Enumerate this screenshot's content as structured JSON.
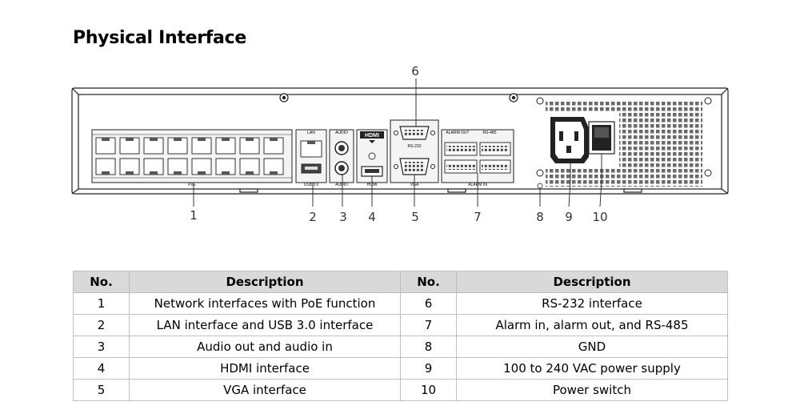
{
  "page": {
    "title": "Physical Interface"
  },
  "diagram": {
    "callouts": [
      "1",
      "2",
      "3",
      "4",
      "5",
      "6",
      "7",
      "8",
      "9",
      "10"
    ],
    "panel_labels": {
      "lan": "LAN",
      "audio_top": "AUDIO",
      "hdmi_logo": "HDMI",
      "alarm_out": "ALARM OUT",
      "rs485": "RS-485",
      "poe": "PoE",
      "usb": "USB 3.0",
      "audio_bottom": "AUDIO",
      "hdmi": "HDMI",
      "vga": "VGA",
      "alarm_in": "ALARM IN",
      "rs232": "RS-232"
    }
  },
  "table": {
    "headers": [
      "No.",
      "Description",
      "No.",
      "Description"
    ],
    "rows": [
      {
        "no_left": "1",
        "desc_left": "Network interfaces with PoE function",
        "no_right": "6",
        "desc_right": "RS-232 interface"
      },
      {
        "no_left": "2",
        "desc_left": "LAN interface and USB 3.0 interface",
        "no_right": "7",
        "desc_right": "Alarm in, alarm out, and RS-485"
      },
      {
        "no_left": "3",
        "desc_left": "Audio out and audio in",
        "no_right": "8",
        "desc_right": "GND"
      },
      {
        "no_left": "4",
        "desc_left": "HDMI interface",
        "no_right": "9",
        "desc_right": "100 to 240 VAC power supply"
      },
      {
        "no_left": "5",
        "desc_left": "VGA interface",
        "no_right": "10",
        "desc_right": "Power switch"
      }
    ]
  }
}
